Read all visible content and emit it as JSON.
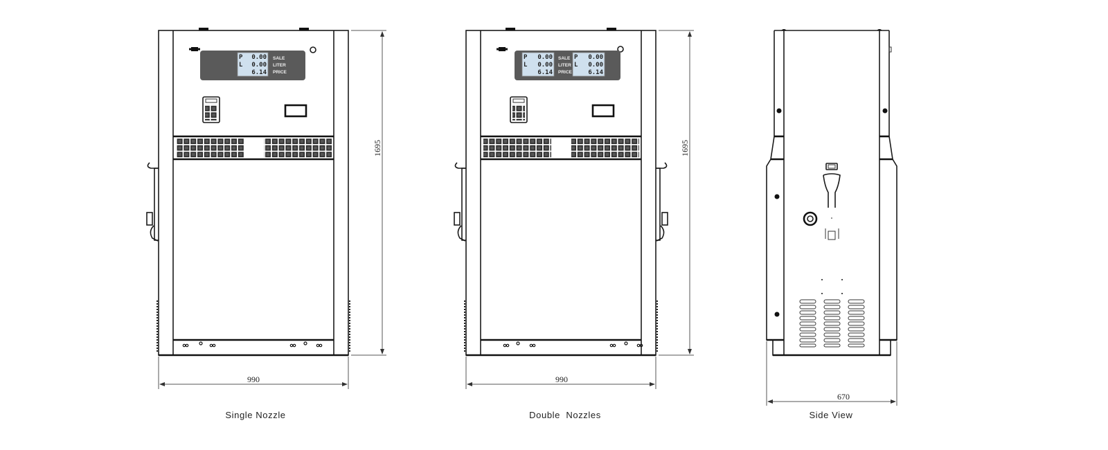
{
  "views": [
    {
      "id": "single",
      "caption": "Single Nozzle",
      "width_dim": "990",
      "height_dim": "1695",
      "displays": [
        {
          "p_value": "0.00",
          "l_value": "0.00",
          "price_value": "6.14"
        }
      ]
    },
    {
      "id": "double",
      "caption": "Double  Nozzles",
      "width_dim": "990",
      "height_dim": "1695",
      "displays": [
        {
          "p_value": "0.00",
          "l_value": "0.00",
          "price_value": "6.14"
        },
        {
          "p_value": "0.00",
          "l_value": "0.00",
          "price_value": "6.14"
        }
      ]
    },
    {
      "id": "side",
      "caption": "Side View",
      "width_dim": "670"
    }
  ],
  "display_labels": {
    "p": "P",
    "l": "L",
    "sale": "SALE",
    "liter": "LITER",
    "price": "PRICE"
  },
  "colors": {
    "line": "#1a1a1a",
    "display_panel": "#5a5a5a",
    "lcd_screen": "#cfe0ee",
    "dimension_line": "#555555"
  }
}
